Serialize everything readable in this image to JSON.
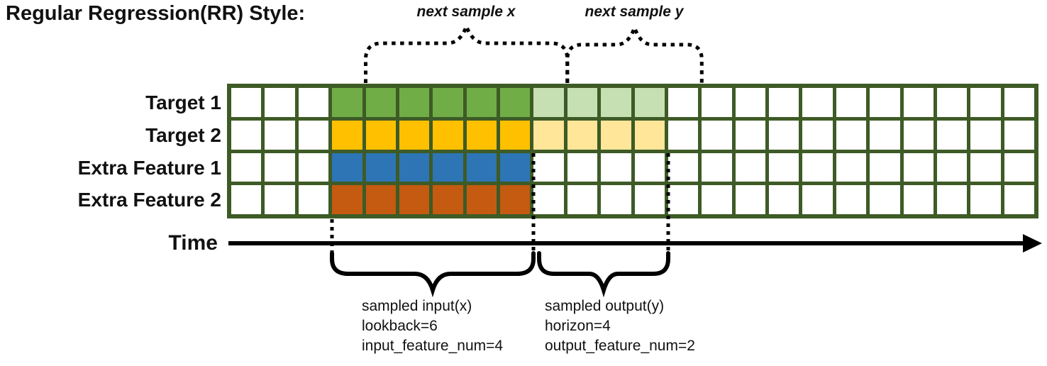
{
  "title": "Regular Regression(RR) Style:",
  "top_annotations": {
    "next_sample_x": "next sample x",
    "next_sample_y": "next sample y"
  },
  "time_axis": {
    "label": "Time"
  },
  "grid": {
    "border_color": "#3E5B26",
    "palette": {
      "w": "#FFFFFF",
      "g": "#70AD47",
      "lg": "#C6E0B4",
      "y": "#FFC000",
      "ly": "#FFE699",
      "b": "#2E75B6",
      "o": "#C55A11"
    },
    "columns": 24,
    "rows": [
      {
        "label": "Target 1",
        "cells": [
          "w",
          "w",
          "w",
          "g",
          "g",
          "g",
          "g",
          "g",
          "g",
          "lg",
          "lg",
          "lg",
          "lg",
          "w",
          "w",
          "w",
          "w",
          "w",
          "w",
          "w",
          "w",
          "w",
          "w",
          "w"
        ]
      },
      {
        "label": "Target 2",
        "cells": [
          "w",
          "w",
          "w",
          "y",
          "y",
          "y",
          "y",
          "y",
          "y",
          "ly",
          "ly",
          "ly",
          "ly",
          "w",
          "w",
          "w",
          "w",
          "w",
          "w",
          "w",
          "w",
          "w",
          "w",
          "w"
        ]
      },
      {
        "label": "Extra Feature 1",
        "cells": [
          "w",
          "w",
          "w",
          "b",
          "b",
          "b",
          "b",
          "b",
          "b",
          "w",
          "w",
          "w",
          "w",
          "w",
          "w",
          "w",
          "w",
          "w",
          "w",
          "w",
          "w",
          "w",
          "w",
          "w"
        ]
      },
      {
        "label": "Extra Feature 2",
        "cells": [
          "w",
          "w",
          "w",
          "o",
          "o",
          "o",
          "o",
          "o",
          "o",
          "w",
          "w",
          "w",
          "w",
          "w",
          "w",
          "w",
          "w",
          "w",
          "w",
          "w",
          "w",
          "w",
          "w",
          "w"
        ]
      }
    ]
  },
  "sampled_input": {
    "lines": [
      "sampled input(x)",
      "lookback=6",
      "input_feature_num=4"
    ]
  },
  "sampled_output": {
    "lines": [
      "sampled output(y)",
      "horizon=4",
      "output_feature_num=2"
    ]
  }
}
